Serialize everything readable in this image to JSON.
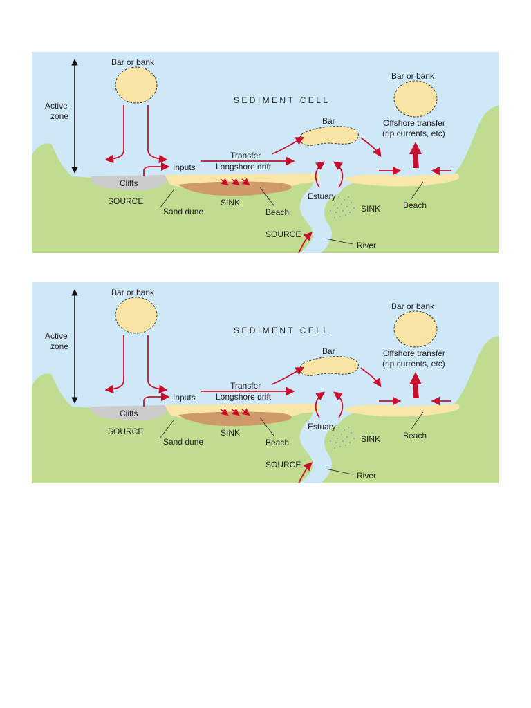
{
  "colors": {
    "sea": "#cfe8f7",
    "land": "#bfdc90",
    "sand": "#f8e7a8",
    "bank_fill": "#f8e4a4",
    "dune": "#cf9a6a",
    "cliff": "#cbcbcb",
    "arrow": "#c8102e",
    "text": "#231f20"
  },
  "diagrams": [
    {
      "title": "SEDIMENT CELL",
      "labels": {
        "bar_or_bank_left": "Bar or bank",
        "bar_or_bank_right": "Bar or bank",
        "active_zone_1": "Active",
        "active_zone_2": "zone",
        "bar": "Bar",
        "offshore_1": "Offshore transfer",
        "offshore_2": "(rip currents, etc)",
        "transfer": "Transfer",
        "longshore": "Longshore drift",
        "inputs": "Inputs",
        "cliffs": "Cliffs",
        "source_cliffs": "SOURCE",
        "sand_dune": "Sand dune",
        "sink_dune": "SINK",
        "beach_left": "Beach",
        "estuary": "Estuary",
        "sink_estuary": "SINK",
        "beach_right": "Beach",
        "source_river": "SOURCE",
        "river": "River"
      }
    },
    {
      "title": "SEDIMENT CELL",
      "labels": {
        "bar_or_bank_left": "Bar or bank",
        "bar_or_bank_right": "Bar or bank",
        "active_zone_1": "Active",
        "active_zone_2": "zone",
        "bar": "Bar",
        "offshore_1": "Offshore transfer",
        "offshore_2": "(rip currents, etc)",
        "transfer": "Transfer",
        "longshore": "Longshore drift",
        "inputs": "Inputs",
        "cliffs": "Cliffs",
        "source_cliffs": "SOURCE",
        "sand_dune": "Sand dune",
        "sink_dune": "SINK",
        "beach_left": "Beach",
        "estuary": "Estuary",
        "sink_estuary": "SINK",
        "beach_right": "Beach",
        "source_river": "SOURCE",
        "river": "River"
      }
    }
  ]
}
